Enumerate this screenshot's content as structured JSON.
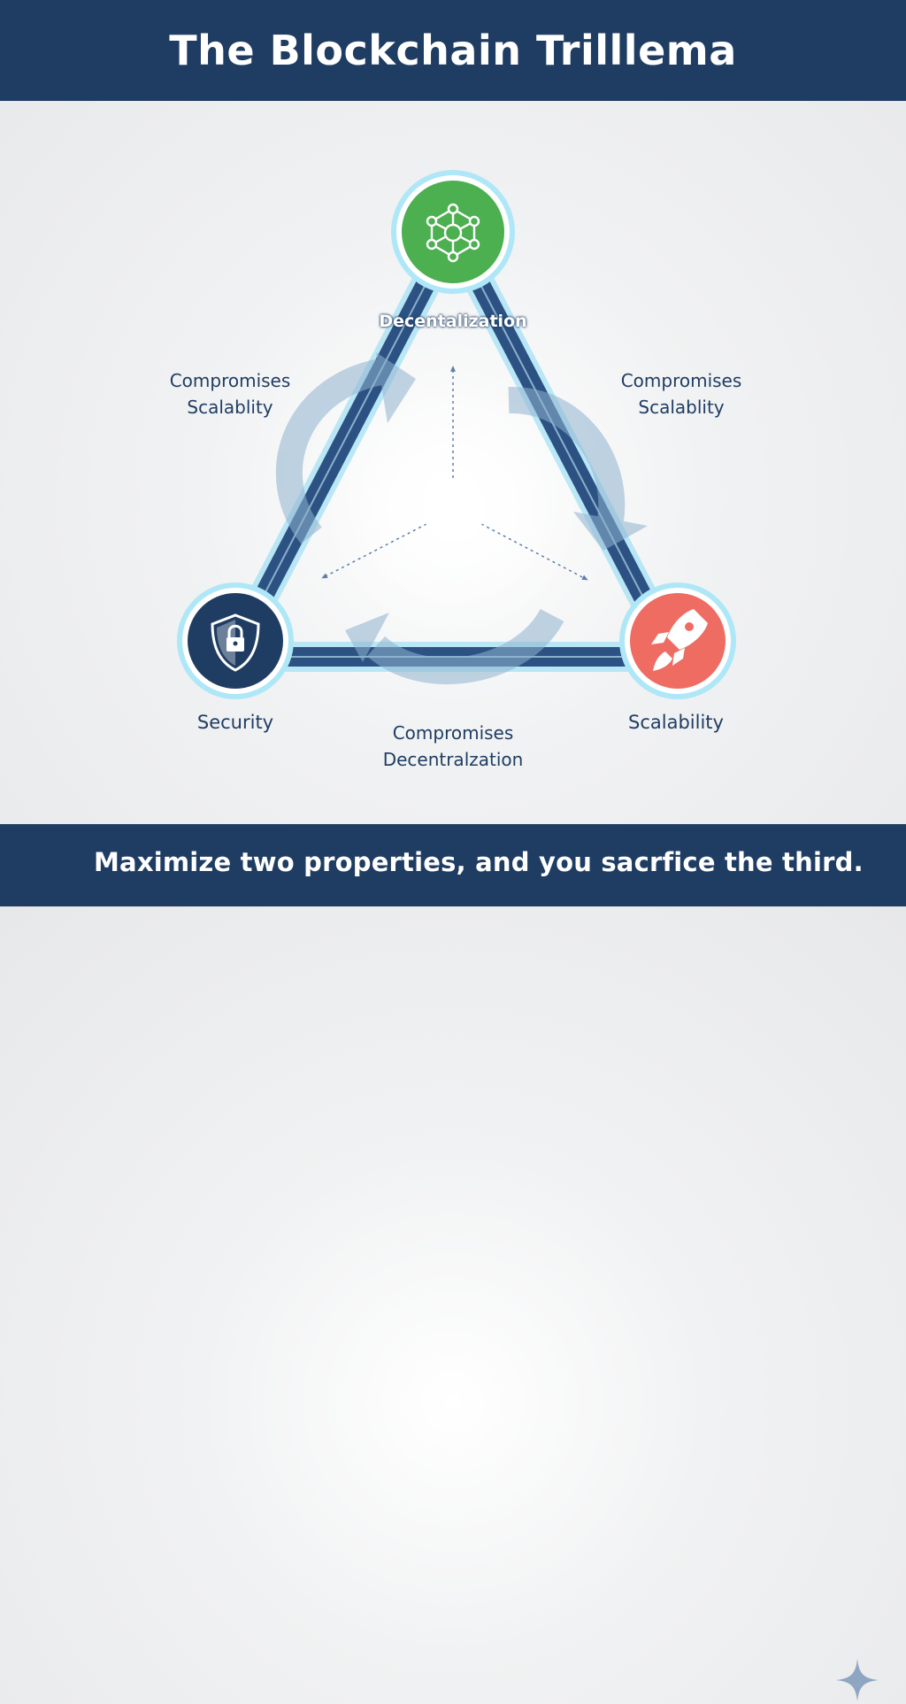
{
  "title": "The Blockchain Trilllema",
  "vertices": {
    "top": {
      "label": "Decentalization",
      "icon": "network-hexagon-icon",
      "color": "#4caf50"
    },
    "left": {
      "label": "Security",
      "icon": "shield-lock-icon",
      "color": "#1f3d63"
    },
    "right": {
      "label": "Scalability",
      "icon": "rocket-icon",
      "color": "#ee6c62"
    }
  },
  "edges": {
    "left": {
      "line1": "Compromises",
      "line2": "Scalablity"
    },
    "right": {
      "line1": "Compromises",
      "line2": "Scalablity"
    },
    "bottom": {
      "line1": "Compromises",
      "line2": "Decentralzation"
    }
  },
  "footer": {
    "text": "Maximize two properties, and you sacrfice the third.",
    "icon": "sparkle-icon"
  },
  "colors": {
    "header_bg": "#1f3d63",
    "triangle_stroke": "#2b5283",
    "triangle_glow": "#8fd9f2"
  }
}
